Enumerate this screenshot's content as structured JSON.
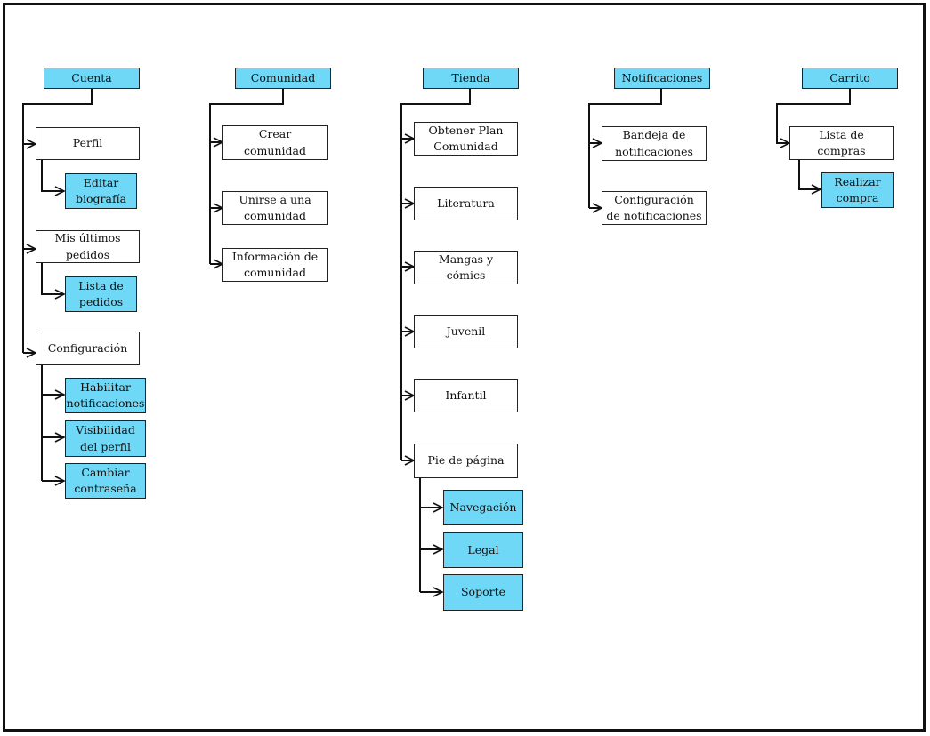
{
  "colors": {
    "highlight": "#6fd8f7",
    "line": "#111111",
    "background": "#ffffff"
  },
  "columns": {
    "cuenta": {
      "title": "Cuenta",
      "perfil": "Perfil",
      "editar_biografia": "Editar biografía",
      "ultimos_pedidos": "Mis últimos pedidos",
      "lista_pedidos": "Lista de pedidos",
      "configuracion": "Configuración",
      "habilitar_notificaciones": "Habilitar notificaciones",
      "visibilidad_perfil": "Visibilidad del perfil",
      "cambiar_contrasena": "Cambiar contraseña"
    },
    "comunidad": {
      "title": "Comunidad",
      "crear": "Crear comunidad",
      "unirse": "Unirse a una comunidad",
      "informacion": "Información de comunidad"
    },
    "tienda": {
      "title": "Tienda",
      "obtener_plan": "Obtener Plan Comunidad",
      "literatura": "Literatura",
      "mangas": "Mangas y cómics",
      "juvenil": "Juvenil",
      "infantil": "Infantil",
      "pie_pagina": "Pie de página",
      "navegacion": "Navegación",
      "legal": "Legal",
      "soporte": "Soporte"
    },
    "notificaciones": {
      "title": "Notificaciones",
      "bandeja": "Bandeja de notificaciones",
      "configuracion": "Configuración de notificaciones"
    },
    "carrito": {
      "title": "Carrito",
      "lista_compras": "Lista de compras",
      "realizar_compra": "Realizar compra"
    }
  }
}
